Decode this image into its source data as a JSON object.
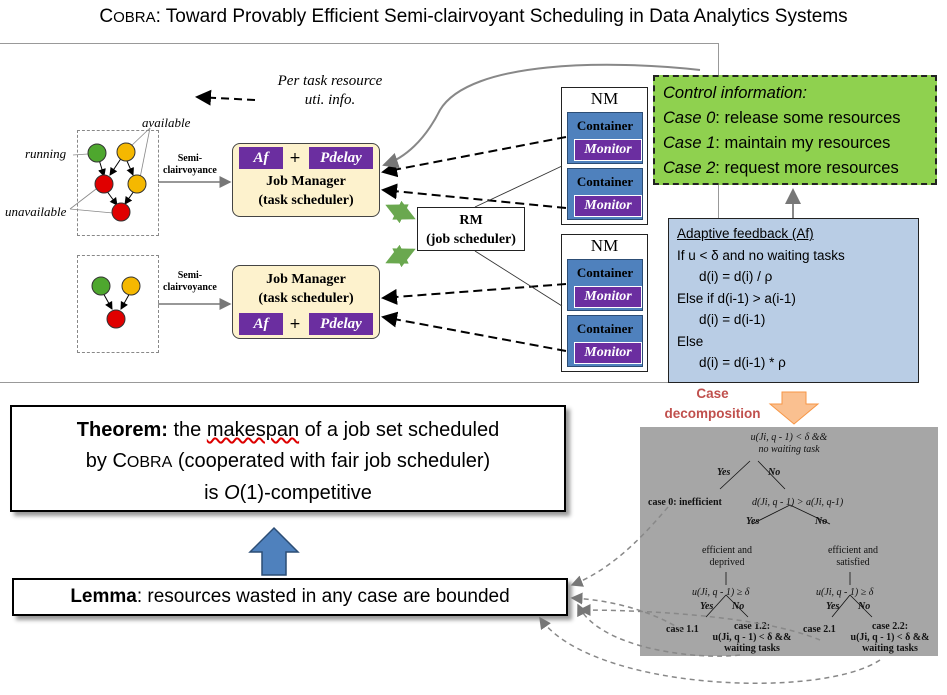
{
  "title": {
    "cobra_lead": "C",
    "cobra_rest": "OBRA",
    "rest": ": Toward Provably Efficient Semi-clairvoyant Scheduling in Data Analytics Systems"
  },
  "dag_labels": {
    "available": "available",
    "running": "running",
    "unavailable": "unavailable"
  },
  "semi_label": {
    "line1": "Semi-",
    "line2": "clairvoyance"
  },
  "per_task": {
    "line1": "Per task resource",
    "line2": "uti. info."
  },
  "job_manager": {
    "af": "Af",
    "plus": "+",
    "pdelay": "Pdelay",
    "line1": "Job Manager",
    "line2": "(task scheduler)"
  },
  "rm": {
    "line1": "RM",
    "line2": "(job scheduler)"
  },
  "nm": {
    "label": "NM",
    "container": "Container",
    "monitor": "Monitor"
  },
  "control": {
    "heading": "Control information:",
    "case0_label": "Case 0",
    "case0_text": ": release some resources",
    "case1_label": "Case 1",
    "case1_text": ": maintain my resources",
    "case2_label": "Case 2",
    "case2_text": ": request more resources"
  },
  "af_box": {
    "heading": "Adaptive  feedback (Af)",
    "l1": "If  u < δ  and no waiting tasks",
    "l2": "d(i) = d(i) / ρ",
    "l3": "Else if d(i-1) > a(i-1)",
    "l4": "d(i) = d(i-1)",
    "l5": "Else",
    "l6": "d(i) = d(i-1) * ρ"
  },
  "case_decomp": {
    "line1": "Case",
    "line2": "decomposition"
  },
  "theorem": {
    "bold": "Theorem:",
    "t1": " the ",
    "makespan": "makespan",
    "t2": " of a job set scheduled",
    "l2a": "by ",
    "cobra_lead": "C",
    "cobra_rest": "OBRA",
    "l2b": " (cooperated with fair job scheduler)",
    "l3a": "is ",
    "l3o": "O",
    "l3b": "(1)-competitive"
  },
  "lemma": {
    "bold": "Lemma",
    "text": ": resources wasted in any case are bounded"
  },
  "tree": {
    "root1": "u(Ji, q - 1) < δ  &&",
    "root2": "no waiting task",
    "yes": "Yes",
    "no": "No",
    "case0": "case 0: inefficient",
    "mid": "d(Ji, q - 1) > a(Ji, q-1)",
    "eff_dep1": "efficient and",
    "eff_dep2": "deprived",
    "eff_sat1": "efficient and",
    "eff_sat2": "satisfied",
    "cond": "u(Ji, q - 1) ≥ δ",
    "case11": "case 1.1",
    "case12a": "case 1.2:",
    "case12b": "u(Ji, q - 1) < δ  &&",
    "case12c": "waiting tasks",
    "case21": "case 2.1",
    "case22a": "case 2.2:",
    "case22b": "u(Ji, q - 1) < δ  &&",
    "case22c": "waiting tasks"
  },
  "colors": {
    "green_node": "#4ea72e",
    "yellow_node": "#f5b800",
    "red_node": "#e00000",
    "purple": "#6b2ea0",
    "container_blue": "#4f81bd",
    "control_green": "#8fd14f",
    "af_blue": "#b9cde5",
    "jm_cream": "#fdf2cd",
    "arrow_blue": "#4f81bd",
    "arrow_orange": "#fac090",
    "case_red": "#c0504d"
  }
}
